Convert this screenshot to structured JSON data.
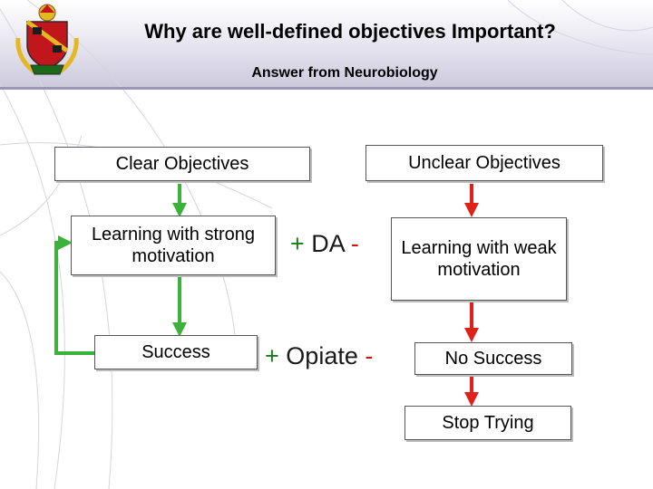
{
  "slide": {
    "title": "Why are well-defined objectives Important?",
    "subtitle": "Answer from Neurobiology"
  },
  "diagram": {
    "left": {
      "top": "Clear Objectives",
      "middle": "Learning with strong motivation",
      "bottom": "Success"
    },
    "right": {
      "top": "Unclear Objectives",
      "middle": "Learning with weak motivation",
      "bottom": "No Success",
      "final": "Stop Trying"
    },
    "modulators": {
      "da": {
        "plus": "+",
        "word": "DA",
        "minus": "-"
      },
      "opiate": {
        "plus": "+",
        "word": "Opiate",
        "minus": "-"
      }
    }
  },
  "colors": {
    "green_arrow": "#3cb13c",
    "red_arrow": "#e0201b",
    "crest_red": "#c0161c",
    "crest_gold": "#e3b824"
  }
}
